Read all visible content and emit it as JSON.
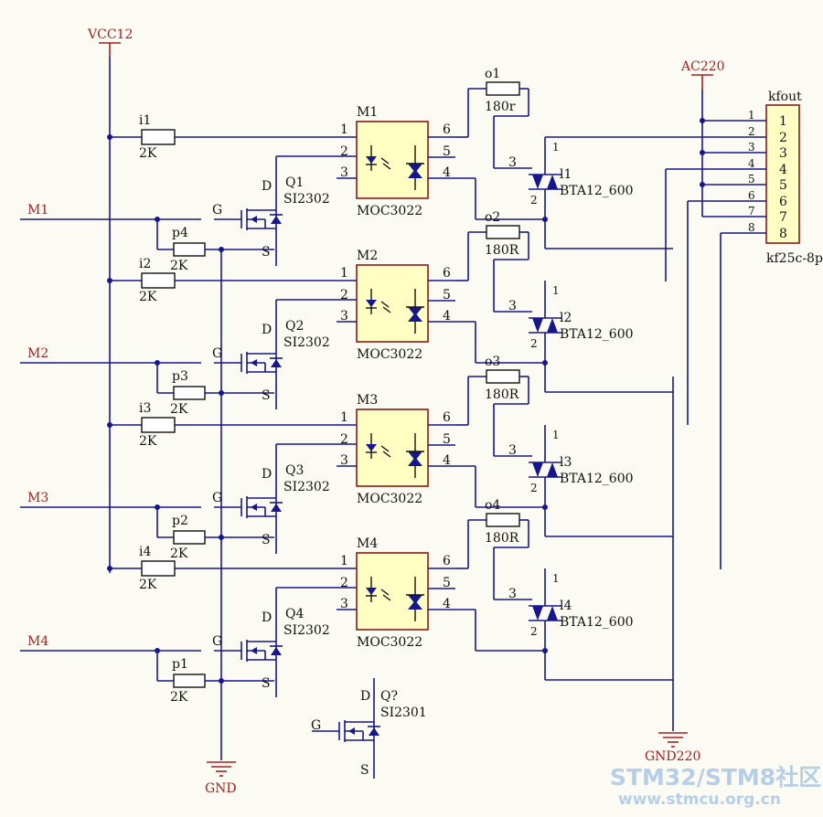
{
  "nets": {
    "vcc": "VCC12",
    "ac": "AC220",
    "gnd": "GND",
    "gnd220": "GND220",
    "inputs": [
      "M1",
      "M2",
      "M3",
      "M4"
    ]
  },
  "channels": [
    {
      "opto": "M1",
      "opto_part": "MOC3022",
      "mos": "Q1",
      "mos_part": "SI2302",
      "r_in": "i1",
      "r_in_val": "2K",
      "r_pd": "p4",
      "r_pd_val": "2K",
      "r_out": "o1",
      "r_out_val": "180r",
      "triac": "l1",
      "triac_part": "BTA12_600"
    },
    {
      "opto": "M2",
      "opto_part": "MOC3022",
      "mos": "Q2",
      "mos_part": "SI2302",
      "r_in": "i2",
      "r_in_val": "2K",
      "r_pd": "p3",
      "r_pd_val": "2K",
      "r_out": "o2",
      "r_out_val": "180R",
      "triac": "l2",
      "triac_part": "BTA12_600"
    },
    {
      "opto": "M3",
      "opto_part": "MOC3022",
      "mos": "Q3",
      "mos_part": "SI2302",
      "r_in": "i3",
      "r_in_val": "2K",
      "r_pd": "p2",
      "r_pd_val": "2K",
      "r_out": "o3",
      "r_out_val": "180R",
      "triac": "l3",
      "triac_part": "BTA12_600"
    },
    {
      "opto": "M4",
      "opto_part": "MOC3022",
      "mos": "Q4",
      "mos_part": "SI2302",
      "r_in": "i4",
      "r_in_val": "2K",
      "r_pd": "p1",
      "r_pd_val": "2K",
      "r_out": "o4",
      "r_out_val": "180R",
      "triac": "l4",
      "triac_part": "BTA12_600"
    }
  ],
  "spare_mos": {
    "ref": "Q?",
    "part": "SI2301"
  },
  "connector": {
    "ref": "kfout",
    "part": "kf25c-8p",
    "pins": [
      "1",
      "2",
      "3",
      "4",
      "5",
      "6",
      "7",
      "8"
    ]
  },
  "pin_labels": {
    "g": "G",
    "d": "D",
    "s": "S",
    "p1": "1",
    "p2": "2",
    "p3": "3",
    "p4": "4",
    "p5": "5",
    "p6": "6"
  },
  "watermark": {
    "line1": "STM32/STM8社区",
    "line2": "www.stmcu.org.cn"
  },
  "colors": {
    "wire": "#16168f",
    "ic_fill": "#ffffc4",
    "power": "#a52020",
    "watermark": "#b6cfe6"
  }
}
